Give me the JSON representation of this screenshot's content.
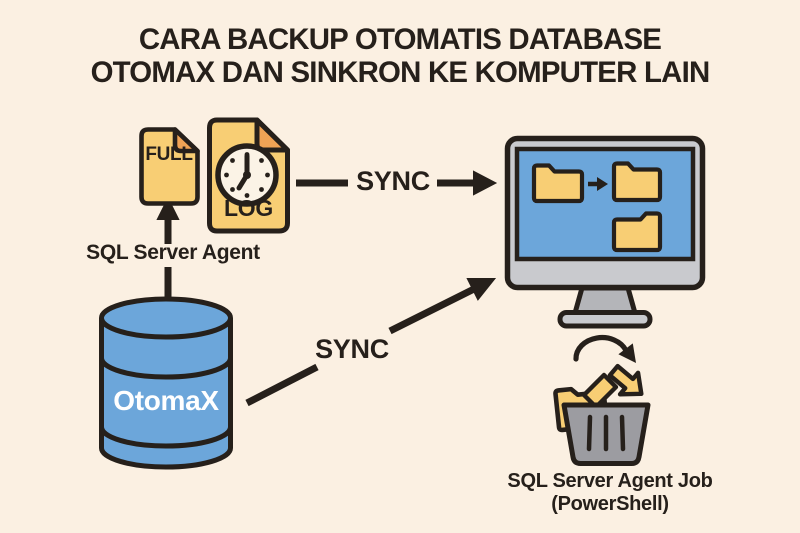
{
  "title": {
    "line1": "CARA BACKUP OTOMATIS DATABASE",
    "line2": "OTOMAX DAN SINKRON KE KOMPUTER LAIN"
  },
  "labels": {
    "full_doc": "FULL",
    "log_doc": "LOG",
    "sql_server_agent": "SQL Server Agent",
    "sync_top": "SYNC",
    "sync_diagonal": "SYNC",
    "database": "OtomaX",
    "job_line1": "SQL Server Agent Job",
    "job_line2": "(PowerShell)"
  },
  "icons": {
    "full_backup": "full-document-icon",
    "log_backup": "log-document-clock-icon",
    "clock": "clock-icon",
    "database": "database-cylinder-icon",
    "computer": "monitor-folders-icon",
    "folder_transfer": "folder-transfer-arrow-icon",
    "job": "recycle-trash-icon"
  },
  "colors": {
    "background": "#FBF0E2",
    "outline": "#26201B",
    "text": "#26201B",
    "document_yellow": "#F8CE74",
    "fold_orange": "#F0A355",
    "blue": "#6CA6DA",
    "monitor_gray": "#C9CACE",
    "stand_gray": "#B4B5B9",
    "trash_gray": "#9C9CA1",
    "clock_face": "#FBF3E6",
    "database_text": "#FFFFFF"
  }
}
